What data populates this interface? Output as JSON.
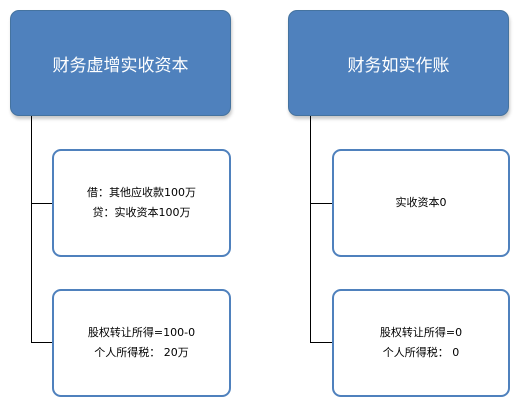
{
  "left_column": {
    "header": "财务虚增实收资本",
    "children": [
      {
        "lines": [
          "借：其他应收款100万",
          "贷：实收资本100万"
        ]
      },
      {
        "lines": [
          "股权转让所得=100-0",
          "个人所得税： 20万"
        ]
      }
    ]
  },
  "right_column": {
    "header": "财务如实作账",
    "children": [
      {
        "lines": [
          "实收资本0"
        ]
      },
      {
        "lines": [
          "股权转让所得=0",
          "个人所得税： 0"
        ]
      }
    ]
  },
  "colors": {
    "header_fill": "#4f81bd",
    "header_border": "#45739f",
    "child_border": "#4f81bd",
    "connector": "#000000"
  }
}
